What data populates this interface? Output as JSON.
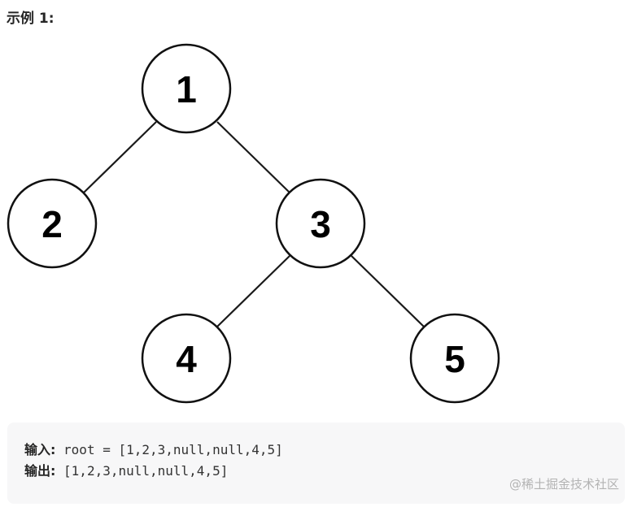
{
  "example": {
    "title": "示例 1:"
  },
  "tree": {
    "nodes": [
      {
        "id": "n1",
        "label": "1"
      },
      {
        "id": "n2",
        "label": "2"
      },
      {
        "id": "n3",
        "label": "3"
      },
      {
        "id": "n4",
        "label": "4"
      },
      {
        "id": "n5",
        "label": "5"
      }
    ],
    "edges": [
      {
        "from": "n1",
        "to": "n2"
      },
      {
        "from": "n1",
        "to": "n3"
      },
      {
        "from": "n3",
        "to": "n4"
      },
      {
        "from": "n3",
        "to": "n5"
      }
    ]
  },
  "code_block": {
    "input_label": "输入:",
    "input_value": " root = [1,2,3,null,null,4,5]",
    "output_label": "输出:",
    "output_value": " [1,2,3,null,null,4,5]"
  },
  "watermark": {
    "text": "@稀土掘金技术社区"
  }
}
